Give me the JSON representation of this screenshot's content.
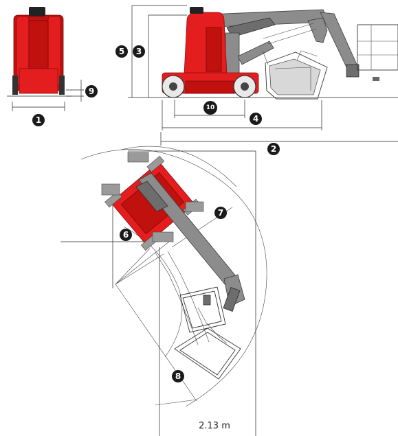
{
  "callouts": {
    "c1": "1",
    "c2": "2",
    "c3": "3",
    "c4": "4",
    "c5": "5",
    "c6": "6",
    "c7": "7",
    "c8": "8",
    "c9": "9",
    "c10": "10"
  },
  "dimension_label": "2.13 m",
  "colors": {
    "machine_body": "#e41e1e",
    "boom": "#8c8c8c",
    "callout_badge": "#1a1a1a",
    "lines": "#222222"
  }
}
